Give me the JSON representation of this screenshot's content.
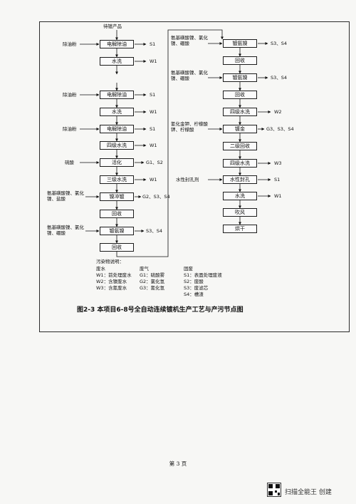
{
  "top_label": "待镀产品",
  "left_column": {
    "boxes": [
      "电解除油",
      "水洗",
      "电解除油",
      "水洗",
      "电解除油",
      "四级水洗",
      "活化",
      "三级水洗",
      "镍冲镀",
      "回收",
      "镀氨镍",
      "回收"
    ],
    "inputs": [
      "除油粉",
      "除油粉",
      "除油粉",
      "硫酸",
      "氨基磺酸镍、氯化镍、盐酸",
      "氨基磺酸镍、氯化镍、硼酸"
    ],
    "outputs": [
      "S1",
      "W1",
      "S1",
      "W1",
      "S1",
      "W1",
      "G1、S2",
      "W1",
      "G2、S3、S4",
      "S3、S4"
    ]
  },
  "right_column": {
    "boxes": [
      "镀氨镍",
      "回收",
      "镀氨镍",
      "回收",
      "四级水洗",
      "镀金",
      "二级回收",
      "四级水洗",
      "水性封孔",
      "水洗",
      "吹风",
      "烘干"
    ],
    "inputs": [
      "氨基磺酸镍、氯化镍、硼酸",
      "氨基磺酸镍、氯化镍、硼酸",
      "氰化金钾、柠檬酸钾、柠檬酸",
      "水性封孔剂"
    ],
    "outputs": [
      "S3、S4",
      "S3、S4",
      "W2",
      "G3、S3、S4",
      "W3",
      "S1",
      "W1"
    ]
  },
  "legend": {
    "title": "污染物说明：",
    "col1_head": "废水",
    "col1": [
      "W1：前处理废水",
      "W2：含镍废水",
      "W3：含氰废水"
    ],
    "col2_head": "废气",
    "col2": [
      "G1：硫酸雾",
      "G2：氯化氢",
      "G3：氰化氢"
    ],
    "col3_head": "固废",
    "col3": [
      "S1：表面处理废液",
      "S2：废酸",
      "S3：废滤芯",
      "S4：槽渣"
    ]
  },
  "caption": "图2-3 本项目6-8号全自动连续镀机生产工艺与产污节点图",
  "page_number": "第 3 页",
  "watermark": "扫描全能王 创建"
}
